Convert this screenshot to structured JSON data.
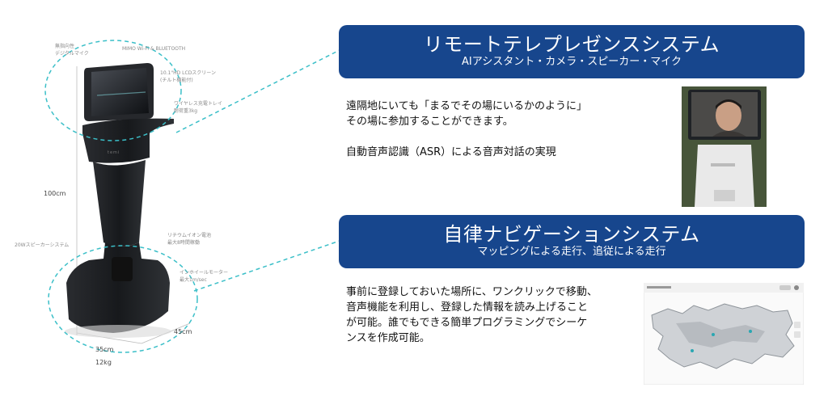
{
  "robot_specs": {
    "mic": "無指向性\nデジタルマイク",
    "wifi": "MIMO Wi-Fi & BLUETOOTH",
    "screen": "10.1\"HD LCDスクリーン\n(チルト機能付)",
    "tray": "ワイヤレス充電トレイ\n耐荷重3kg",
    "height": "100cm",
    "speaker": "20Wスピーカーシステム",
    "battery": "リチウムイオン電池\n最大8時間稼働",
    "motor": "インホイールモーター\n最大1m/sec",
    "width": "35cm",
    "depth": "45cm",
    "weight": "12kg",
    "brand": "temi"
  },
  "section1": {
    "title": "リモートテレプレゼンスシステム",
    "subtitle": "AIアシスタント・カメラ・スピーカー・マイク",
    "lines": [
      "遠隔地にいても「まるでその場にいるかのように」",
      "その場に参加することができます。",
      "",
      "自動音声認識（ASR）による音声対話の実現"
    ]
  },
  "section2": {
    "title": "自律ナビゲーションシステム",
    "subtitle": "マッピングによる走行、追従による走行",
    "lines": [
      "事前に登録しておいた場所に、ワンクリックで移動、",
      "音声機能を利用し、登録した情報を読み上げること",
      "が可能。誰でもできる簡単プログラミングでシーケ",
      "ンスを作成可能。"
    ]
  },
  "colors": {
    "banner": "#17468d",
    "dashed": "#3bbfc8",
    "robot": "#1d1f22"
  }
}
